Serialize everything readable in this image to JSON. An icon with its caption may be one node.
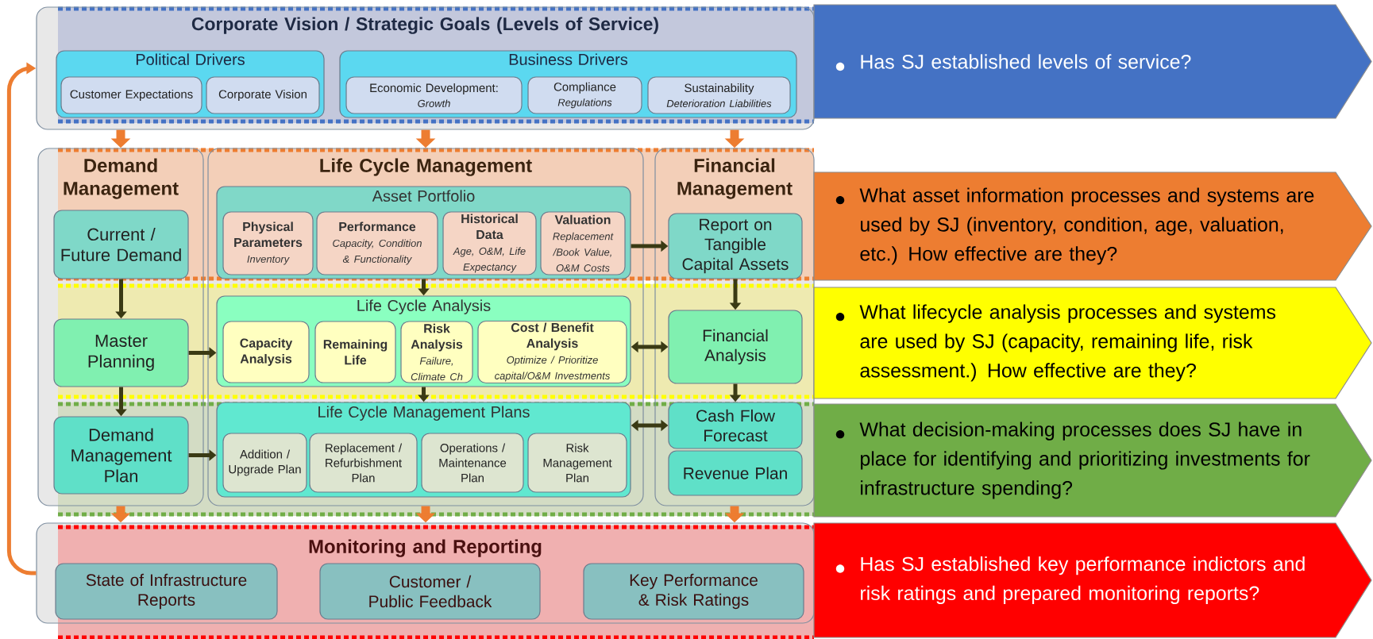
{
  "diagram": {
    "nodes": [
      {
        "text": [
          "Corporate Vision / Strategic Goals (Levels of Service)"
        ]
      },
      {
        "text": [
          "Political Drivers"
        ],
        "in": 0
      },
      {
        "text": [
          "Customer Expectations"
        ],
        "in": 1
      },
      {
        "text": [
          "Corporate Vision"
        ],
        "in": 1
      },
      {
        "text": [
          "Business Drivers"
        ],
        "in": 0
      },
      {
        "text": [
          "Economic Development:",
          "Growth"
        ],
        "in": 4
      },
      {
        "text": [
          "Compliance",
          "Regulations"
        ],
        "in": 4
      },
      {
        "text": [
          "Sustainability",
          "Deterioration Liabilities"
        ],
        "in": 4
      },
      {
        "text": [
          "Demand Management"
        ]
      },
      {
        "text": [
          "Current / Future Demand"
        ],
        "in": 8
      },
      {
        "text": [
          "Master Planning"
        ],
        "in": 8
      },
      {
        "text": [
          "Demand Management Plan"
        ],
        "in": 8
      },
      {
        "text": [
          "Life Cycle Management"
        ]
      },
      {
        "text": [
          "Asset Portfolio"
        ],
        "in": 12
      },
      {
        "text": [
          "Physical Parameters",
          "Inventory"
        ],
        "in": 13
      },
      {
        "text": [
          "Performance",
          "Capacity, Condition & Functionality"
        ],
        "in": 13
      },
      {
        "text": [
          "Historical Data",
          "Age, O&M, Life Expectancy"
        ],
        "in": 13
      },
      {
        "text": [
          "Valuation",
          "Replacement /Book Value, O&M Costs"
        ],
        "in": 13
      },
      {
        "text": [
          "Life Cycle Analysis"
        ],
        "in": 12
      },
      {
        "text": [
          "Capacity Analysis"
        ],
        "in": 18
      },
      {
        "text": [
          "Remaining Life"
        ],
        "in": 18
      },
      {
        "text": [
          "Risk Analysis",
          "Failure, Climate Ch"
        ],
        "in": 18
      },
      {
        "text": [
          "Cost / Benefit Analysis",
          "Optimize / Prioritize capital/O&M Investments"
        ],
        "in": 18
      },
      {
        "text": [
          "Life Cycle Management Plans"
        ],
        "in": 12
      },
      {
        "text": [
          "Addition / Upgrade Plan"
        ],
        "in": 23
      },
      {
        "text": [
          "Replacement / Refurbishment Plan"
        ],
        "in": 23
      },
      {
        "text": [
          "Operations / Maintenance Plan"
        ],
        "in": 23
      },
      {
        "text": [
          "Risk Management Plan"
        ],
        "in": 23
      },
      {
        "text": [
          "Financial Management"
        ]
      },
      {
        "text": [
          "Report on Tangible Capital Assets"
        ],
        "in": 28
      },
      {
        "text": [
          "Financial Analysis"
        ],
        "in": 28
      },
      {
        "text": [
          "Cash Flow Forecast"
        ],
        "in": 28
      },
      {
        "text": [
          "Revenue Plan"
        ],
        "in": 28
      },
      {
        "text": [
          "Monitoring and Reporting"
        ]
      },
      {
        "text": [
          "State of Infrastructure Reports"
        ],
        "in": 33
      },
      {
        "text": [
          "Customer / Public Feedback"
        ],
        "in": 33
      },
      {
        "text": [
          "Key Performance & Risk Ratings"
        ],
        "in": 33
      },
      {
        "text": [
          "Has SJ established levels of service?"
        ]
      },
      {
        "text": [
          "What asset information processes and systems are used by SJ (inventory, condition, age, valuation, etc.) How effective are they?"
        ]
      },
      {
        "text": [
          "What lifecycle analysis processes and systems are used by SJ (capacity, remaining life, risk assessment.) How effective are they?"
        ]
      },
      {
        "text": [
          "What decision-making processes does SJ have in place for identifying and prioritizing investments for infrastructure spending?"
        ]
      },
      {
        "text": [
          "Has SJ established key performance indictors and risk ratings and prepared monitoring reports?"
        ]
      }
    ],
    "edges": [
      {
        "from": 0,
        "to": 8,
        "arrow": "to",
        "style": "thick",
        "color": "#ed7d31"
      },
      {
        "from": 0,
        "to": 12,
        "arrow": "to",
        "style": "thick",
        "color": "#ed7d31"
      },
      {
        "from": 0,
        "to": 28,
        "arrow": "to",
        "style": "thick",
        "color": "#ed7d31"
      },
      {
        "from": 9,
        "to": 10,
        "arrow": "to"
      },
      {
        "from": 10,
        "to": 11,
        "arrow": "to"
      },
      {
        "from": 10,
        "to": 18,
        "arrow": "to"
      },
      {
        "from": 11,
        "to": 23,
        "arrow": "to"
      },
      {
        "from": 13,
        "to": 18,
        "arrow": "to"
      },
      {
        "from": 18,
        "to": 23,
        "arrow": "to"
      },
      {
        "from": 13,
        "to": 29,
        "arrow": "to"
      },
      {
        "from": 29,
        "to": 30,
        "arrow": "to"
      },
      {
        "from": 30,
        "to": 31,
        "arrow": "to"
      },
      {
        "from": 18,
        "to": 30,
        "arrow": "both"
      },
      {
        "from": 23,
        "to": 31,
        "arrow": "both"
      },
      {
        "from": 8,
        "to": 33,
        "arrow": "to",
        "style": "thick",
        "color": "#ed7d31"
      },
      {
        "from": 12,
        "to": 33,
        "arrow": "to",
        "style": "thick",
        "color": "#ed7d31"
      },
      {
        "from": 28,
        "to": 33,
        "arrow": "to",
        "style": "thick",
        "color": "#ed7d31"
      },
      {
        "from": 33,
        "to": 0,
        "arrow": "to",
        "color": "#ed7d31"
      }
    ]
  }
}
